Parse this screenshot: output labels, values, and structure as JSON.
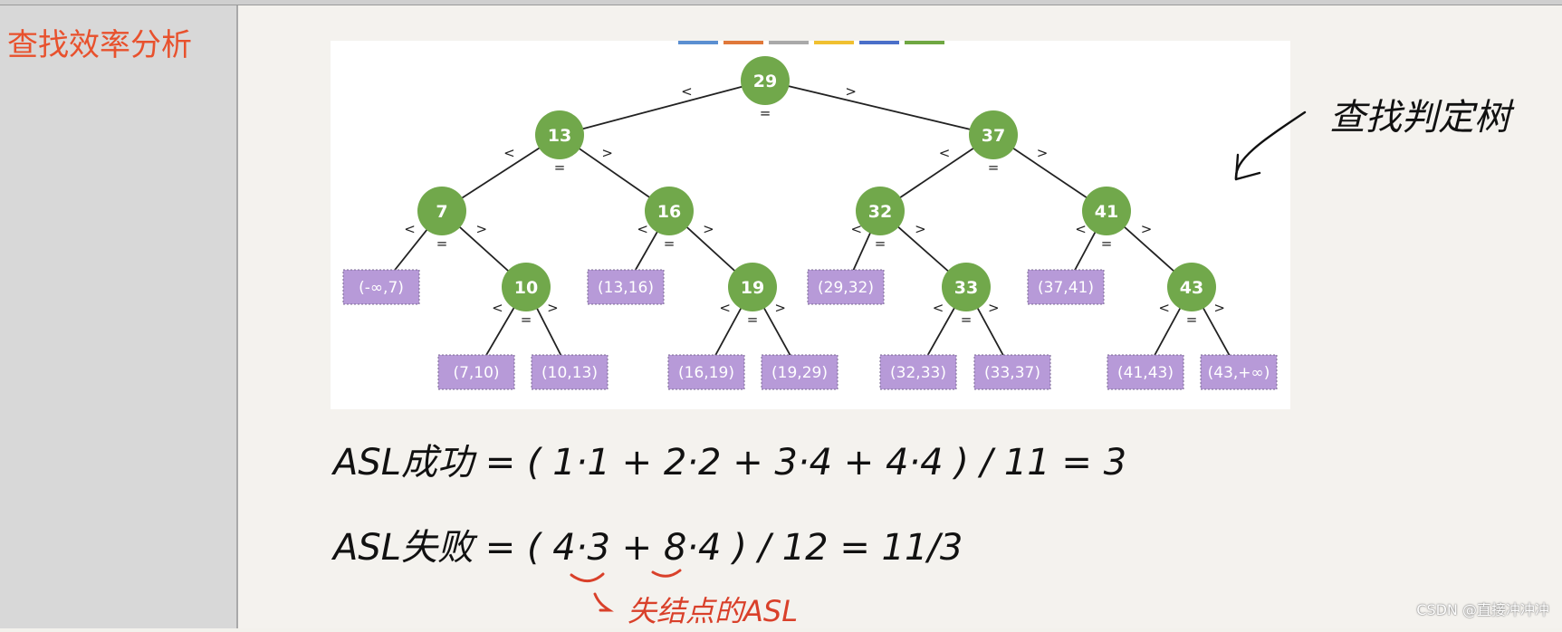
{
  "sidebar": {
    "title": "查找效率分析"
  },
  "tree": {
    "nodes": [
      {
        "id": "n29",
        "label": "29"
      },
      {
        "id": "n13",
        "label": "13"
      },
      {
        "id": "n37",
        "label": "37"
      },
      {
        "id": "n7",
        "label": "7"
      },
      {
        "id": "n16",
        "label": "16"
      },
      {
        "id": "n32",
        "label": "32"
      },
      {
        "id": "n41",
        "label": "41"
      },
      {
        "id": "n10",
        "label": "10"
      },
      {
        "id": "n19",
        "label": "19"
      },
      {
        "id": "n33",
        "label": "33"
      },
      {
        "id": "n43",
        "label": "43"
      }
    ],
    "leaves": [
      {
        "id": "l1",
        "label": "(-∞,7)"
      },
      {
        "id": "l2",
        "label": "(13,16)"
      },
      {
        "id": "l3",
        "label": "(29,32)"
      },
      {
        "id": "l4",
        "label": "(37,41)"
      },
      {
        "id": "l5",
        "label": "(7,10)"
      },
      {
        "id": "l6",
        "label": "(10,13)"
      },
      {
        "id": "l7",
        "label": "(16,19)"
      },
      {
        "id": "l8",
        "label": "(19,29)"
      },
      {
        "id": "l9",
        "label": "(32,33)"
      },
      {
        "id": "l10",
        "label": "(33,37)"
      },
      {
        "id": "l11",
        "label": "(41,43)"
      },
      {
        "id": "l12",
        "label": "(43,+∞)"
      }
    ],
    "edge_labels": {
      "lt": "<",
      "gt": ">",
      "eq": "="
    },
    "palette": [
      "#5b8fd1",
      "#e0783a",
      "#a9a9a9",
      "#f0c030",
      "#4a6fc9",
      "#6fa742"
    ],
    "node_color": "#71a84b",
    "leaf_color": "#b79ad8"
  },
  "annotations": {
    "label": "查找判定树",
    "asl_success": "ASL成功 = ( 1·1 + 2·2 + 3·4 + 4·4 ) / 11 = 3",
    "asl_fail": "ASL失败 = ( 4·3 + 8·4 ) / 12 = 11/3",
    "note": "失结点的ASL"
  },
  "watermark": "CSDN @直接冲冲冲"
}
